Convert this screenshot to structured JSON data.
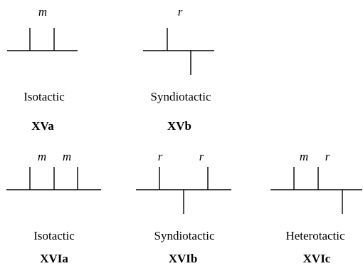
{
  "panels": [
    {
      "id": "XVa",
      "label": "XVa",
      "tacticity": "Isotactic",
      "diads": [
        "m"
      ],
      "substituents": [
        "up",
        "up"
      ]
    },
    {
      "id": "XVb",
      "label": "XVb",
      "tacticity": "Syndiotactic",
      "diads": [
        "r"
      ],
      "substituents": [
        "up",
        "down"
      ]
    },
    {
      "id": "XVIa",
      "label": "XVIa",
      "tacticity": "Isotactic",
      "diads": [
        "m",
        "m"
      ],
      "substituents": [
        "up",
        "up",
        "up"
      ]
    },
    {
      "id": "XVIb",
      "label": "XVIb",
      "tacticity": "Syndiotactic",
      "diads": [
        "r",
        "r"
      ],
      "substituents": [
        "up",
        "down",
        "up"
      ]
    },
    {
      "id": "XVIc",
      "label": "XVIc",
      "tacticity": "Heterotactic",
      "diads": [
        "m",
        "r"
      ],
      "substituents": [
        "up",
        "up",
        "down"
      ]
    }
  ]
}
